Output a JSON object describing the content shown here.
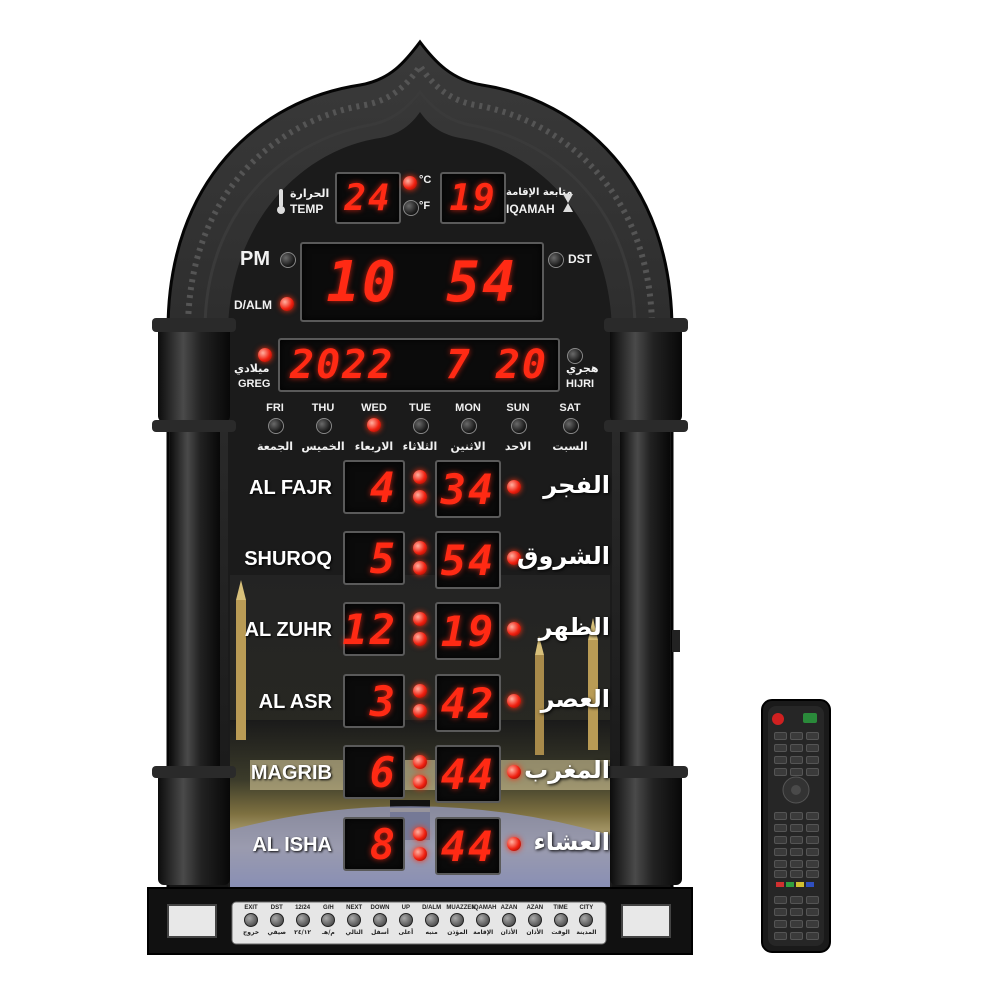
{
  "temperature": {
    "label_ar": "الحرارة",
    "label_en": "TEMP",
    "value": "24",
    "unit_c": "°C",
    "unit_f": "°F"
  },
  "iqamah": {
    "label_ar": "متابعة الإقامة",
    "label_en": "IQAMAH",
    "value": "19"
  },
  "clock": {
    "ampm": "PM",
    "dst": "DST",
    "alarm": "D/ALM",
    "hour": "10",
    "minute": "54"
  },
  "date": {
    "greg_ar": "ميلادي",
    "greg_en": "GREG",
    "hijri_ar": "هجري",
    "hijri_en": "HIJRI",
    "year": "2022",
    "month": "7",
    "day": "20"
  },
  "days": [
    {
      "en": "FRI",
      "ar": "الجمعة"
    },
    {
      "en": "THU",
      "ar": "الخميس"
    },
    {
      "en": "WED",
      "ar": "الاربعاء"
    },
    {
      "en": "TUE",
      "ar": "الثلاثاء"
    },
    {
      "en": "MON",
      "ar": "الاثنين"
    },
    {
      "en": "SUN",
      "ar": "الاحد"
    },
    {
      "en": "SAT",
      "ar": "السبت"
    }
  ],
  "active_day": "WED",
  "prayers": [
    {
      "en": "AL FAJR",
      "ar": "الفجر",
      "hour": "4",
      "minute": "34"
    },
    {
      "en": "SHUROQ",
      "ar": "الشروق",
      "hour": "5",
      "minute": "54"
    },
    {
      "en": "AL ZUHR",
      "ar": "الظهر",
      "hour": "12",
      "minute": "19"
    },
    {
      "en": "AL ASR",
      "ar": "العصر",
      "hour": "3",
      "minute": "42"
    },
    {
      "en": "MAGRIB",
      "ar": "المغرب",
      "hour": "6",
      "minute": "44"
    },
    {
      "en": "AL ISHA",
      "ar": "العشاء",
      "hour": "8",
      "minute": "44"
    }
  ],
  "buttons": [
    {
      "top": "EXIT",
      "bottom": "خروج"
    },
    {
      "top": "DST",
      "bottom": "صيفي"
    },
    {
      "top": "12/24",
      "bottom": "٢٤/١٢"
    },
    {
      "top": "G/H",
      "bottom": "م/هـ"
    },
    {
      "top": "NEXT",
      "bottom": "التالي"
    },
    {
      "top": "DOWN",
      "bottom": "أسفل"
    },
    {
      "top": "UP",
      "bottom": "أعلى"
    },
    {
      "top": "D/ALM",
      "bottom": "منبه"
    },
    {
      "top": "MUAZZEN",
      "bottom": "المؤذن"
    },
    {
      "top": "IQAMAH",
      "bottom": "الإقامة"
    },
    {
      "top": "AZAN",
      "bottom": "الأذان"
    },
    {
      "top": "AZAN",
      "bottom": "الأذان"
    },
    {
      "top": "TIME",
      "bottom": "الوقت"
    },
    {
      "top": "CITY",
      "bottom": "المدينة"
    }
  ],
  "colors": {
    "led_red": "#ff2a14",
    "body_black": "#1a1a1a",
    "frame_grey": "#2c2c2c"
  }
}
